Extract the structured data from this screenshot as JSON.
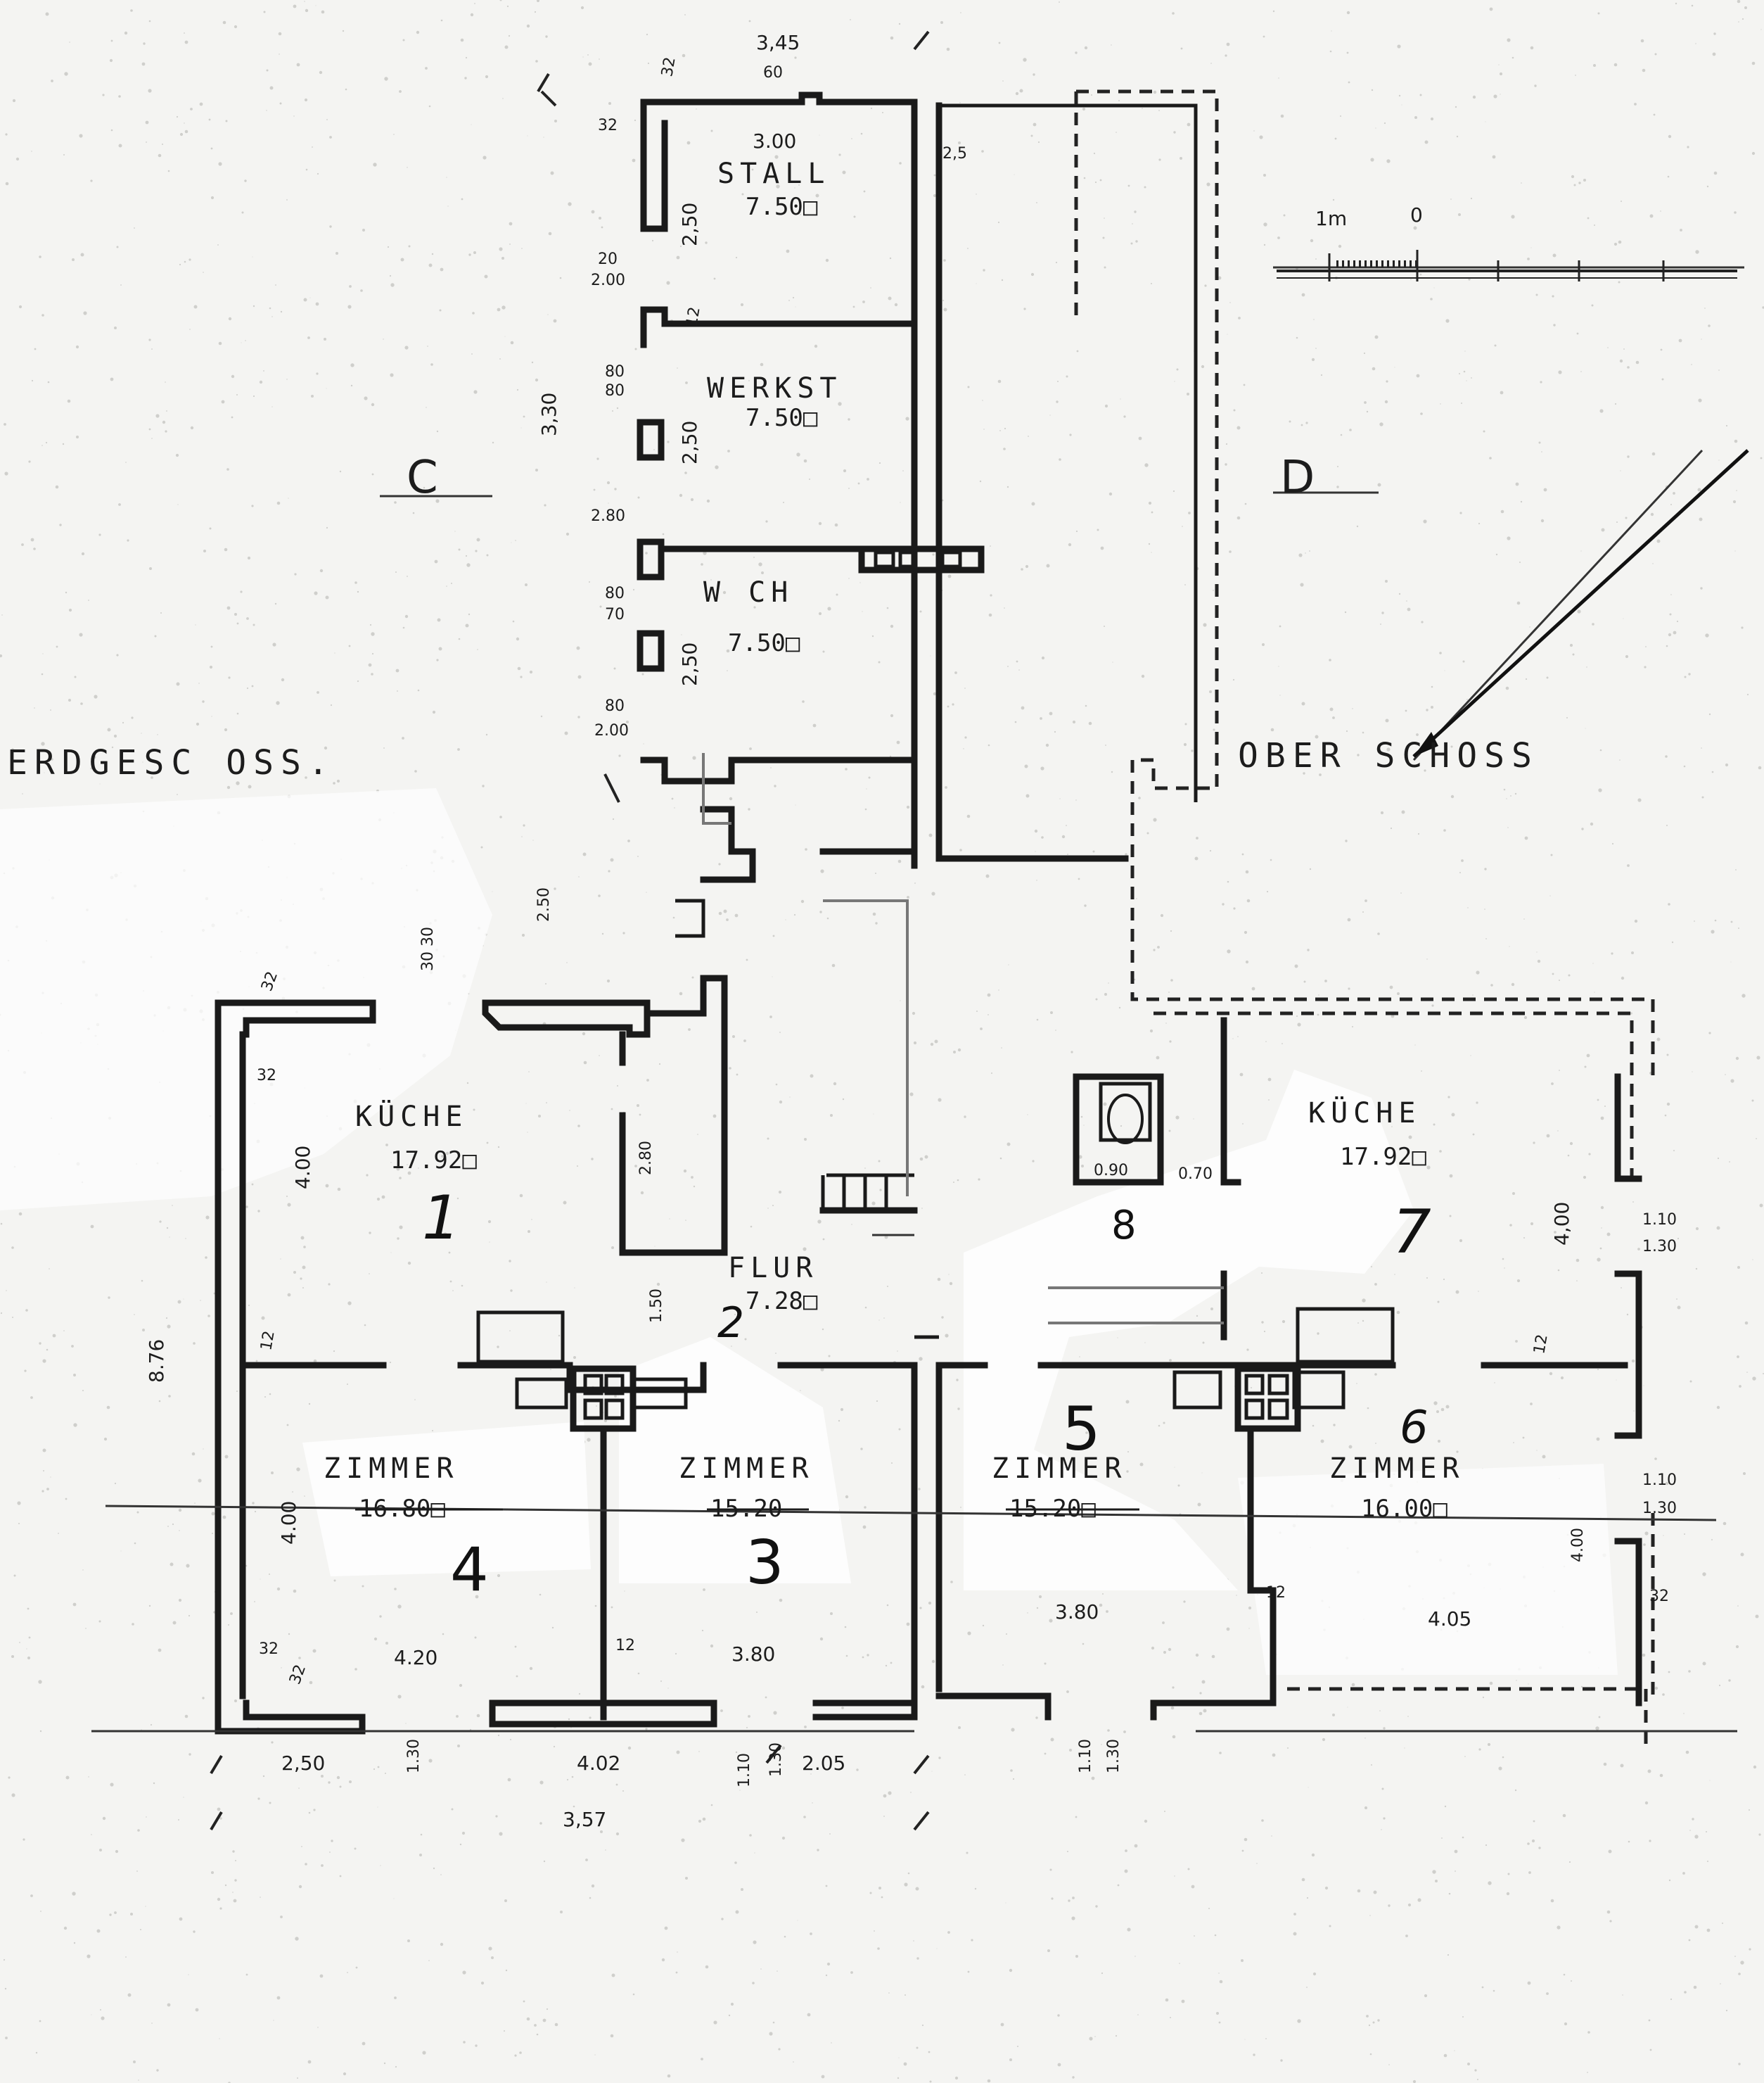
{
  "floors": {
    "ground": "ERDGESC  OSS.",
    "upper": "OBER   SCHOSS"
  },
  "sections": {
    "left": "C",
    "right": "D"
  },
  "scale": {
    "one_m": "1m",
    "zero": "0"
  },
  "rooms": {
    "stall": {
      "name": "STALL",
      "area": "7.50□"
    },
    "werkst": {
      "name": "WERKST",
      "area": "7.50□"
    },
    "wasch": {
      "name": "W   CH",
      "area": "7.50□"
    },
    "kueche_left": {
      "name": "KÜCHE",
      "area": "17.92□",
      "number": "1"
    },
    "kueche_right": {
      "name": "KÜCHE",
      "area": "17.92□",
      "number": "7"
    },
    "flur": {
      "name": "FLUR",
      "area": "7.28□",
      "number": "2"
    },
    "zimmer_4": {
      "name": "ZIMMER",
      "area": "16.80□",
      "number": "4"
    },
    "zimmer_3": {
      "name": "ZIMMER",
      "area": "15.20",
      "number": "3"
    },
    "zimmer_5": {
      "name": "ZIMMER",
      "area": "15.20□",
      "number": "5"
    },
    "zimmer_6": {
      "name": "ZIMMER",
      "area": "16.00□",
      "number": "6"
    },
    "wc": {
      "number": "8",
      "w1": "0.90",
      "w2": "0.70"
    }
  },
  "dimensions": {
    "top_width": "3,45",
    "stall_width": "3.00",
    "d32a": "32",
    "d32b": "32",
    "d25": "2,5",
    "d250_stall": "2,50",
    "d200a": "2.00",
    "d20": "20",
    "d12a": "12",
    "d80a": "80",
    "d80b": "80",
    "d250_werk": "2,50",
    "d330": "3,30",
    "d280": "2.80",
    "d80c": "80",
    "d70": "70",
    "d250_wasch": "2,50",
    "d80d": "80",
    "d200b": "2.00",
    "d250_mid": "2.50",
    "d3030": "30 30",
    "d32c": "32",
    "d32d": "32",
    "d400_k": "4.00",
    "d876": "8.76",
    "d12_left": "12",
    "d280_flur": "2.80",
    "d150": "1.50",
    "d400_z": "4.00",
    "d32e": "32",
    "d32f": "32",
    "d420": "4.20",
    "d12_mid": "12",
    "d380_z3": "3.80",
    "d380_z5": "3.80",
    "d12_z6": "12",
    "d400_z6": "4.00",
    "d32_z6": "32",
    "d405": "4.05",
    "d400_k7": "4,00",
    "d12_r": "12",
    "d110a": "1.10",
    "d130a": "1.30",
    "d110b": "1.10",
    "d130b": "1.30",
    "b250": "2,50",
    "b130": "1.30",
    "b402": "4.02",
    "b110": "1.10",
    "b130b": "1.30",
    "b205": "2.05",
    "b110c": "1.10",
    "b130c": "1.30",
    "b357": "3,57",
    "d60": "60"
  }
}
